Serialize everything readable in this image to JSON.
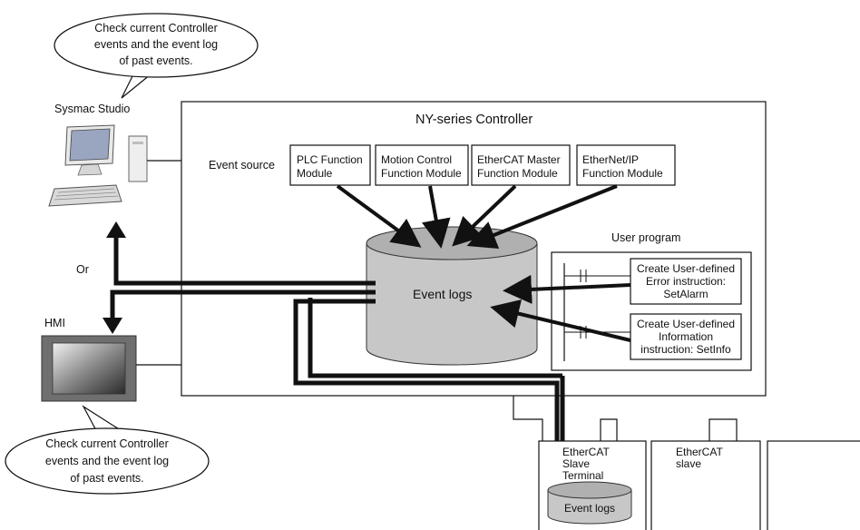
{
  "speech_top": [
    "Check current Controller",
    "events and the event log",
    "of past events."
  ],
  "speech_bottom": [
    "Check current Controller",
    "events and the event log",
    "of past events."
  ],
  "sysmac_studio": "Sysmac Studio",
  "hmi": "HMI",
  "or_label": "Or",
  "controller": {
    "title": "NY-series Controller",
    "event_source": "Event source",
    "modules": [
      [
        "PLC Function",
        "Module"
      ],
      [
        "Motion Control",
        "Function Module"
      ],
      [
        "EtherCAT Master",
        "Function Module"
      ],
      [
        "EtherNet/IP",
        "Function Module"
      ]
    ],
    "event_logs": "Event logs",
    "user_program": "User program",
    "setalarm": [
      "Create User-defined",
      "Error instruction:",
      "SetAlarm"
    ],
    "setinfo": [
      "Create User-defined",
      "Information",
      "instruction: SetInfo"
    ]
  },
  "slaves": {
    "terminal": [
      "EtherCAT",
      "Slave",
      "Terminal"
    ],
    "terminal_logs": "Event logs",
    "slave": [
      "EtherCAT",
      "slave"
    ]
  },
  "colors": {
    "cylinder": "#c7c7c7",
    "cylinder_top": "#b0b0b0",
    "monitor_screen": "#9aa6c0",
    "hmi_frame": "#6f6f6f"
  }
}
